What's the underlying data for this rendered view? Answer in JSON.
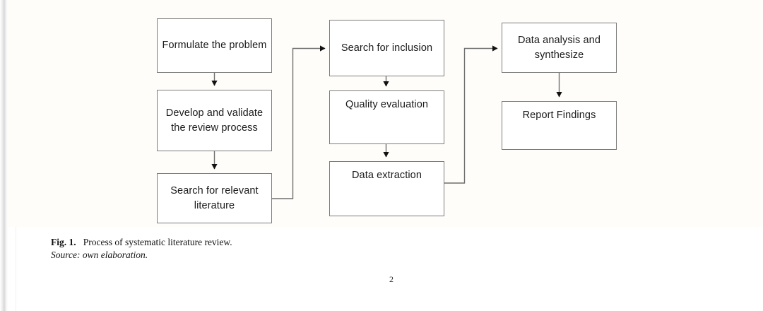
{
  "document": {
    "page_number": "2",
    "caption": {
      "figure_number": "Fig. 1.",
      "title": "Process of systematic literature review.",
      "source": "Source: own elaboration."
    }
  },
  "figure": {
    "title": "Process of systematic literature review",
    "type": "flowchart",
    "colors": {
      "node_border": "#7c7c7c",
      "node_fill": "#ffffff",
      "connector": "#6f6f6f",
      "arrowhead": "#111111",
      "text": "#1b1b1b",
      "page_background": "#ffffff",
      "figure_background": "#fefdfa"
    },
    "columns": [
      {
        "name": "column-1",
        "nodes": [
          {
            "id": "formulate-the-problem",
            "label": "Formulate the problem",
            "align": "center"
          },
          {
            "id": "develop-and-validate-the-review-process",
            "label": "Develop and validate the review process",
            "align": "center"
          },
          {
            "id": "search-for-relevant-literature",
            "label": "Search for relevant literature",
            "align": "center"
          }
        ]
      },
      {
        "name": "column-2",
        "nodes": [
          {
            "id": "search-for-inclusion",
            "label": "Search for inclusion",
            "align": "center"
          },
          {
            "id": "quality-evaluation",
            "label": "Quality evaluation",
            "align": "top"
          },
          {
            "id": "data-extraction",
            "label": "Data extraction",
            "align": "top"
          }
        ]
      },
      {
        "name": "column-3",
        "nodes": [
          {
            "id": "data-analysis-and-synthesize",
            "label": "Data analysis and synthesize",
            "align": "center"
          },
          {
            "id": "report-findings",
            "label": "Report Findings",
            "align": "top"
          }
        ]
      }
    ],
    "connectors": [
      {
        "id": "formulate-to-develop",
        "from": "formulate-the-problem",
        "to": "develop-and-validate-the-review-process",
        "style": "straight-down",
        "arrow": true
      },
      {
        "id": "develop-to-search-literature",
        "from": "develop-and-validate-the-review-process",
        "to": "search-for-relevant-literature",
        "style": "straight-down",
        "arrow": true
      },
      {
        "id": "search-literature-to-search-inclusion",
        "from": "search-for-relevant-literature",
        "to": "search-for-inclusion",
        "style": "elbow-right-up-right",
        "arrow": true
      },
      {
        "id": "search-inclusion-to-quality",
        "from": "search-for-inclusion",
        "to": "quality-evaluation",
        "style": "straight-down",
        "arrow": true
      },
      {
        "id": "quality-to-data-extraction",
        "from": "quality-evaluation",
        "to": "data-extraction",
        "style": "straight-down",
        "arrow": true
      },
      {
        "id": "data-extraction-to-data-analysis",
        "from": "data-extraction",
        "to": "data-analysis-and-synthesize",
        "style": "elbow-right-up-right",
        "arrow": true
      },
      {
        "id": "data-analysis-to-report-findings",
        "from": "data-analysis-and-synthesize",
        "to": "report-findings",
        "style": "straight-down",
        "arrow": true
      }
    ]
  }
}
